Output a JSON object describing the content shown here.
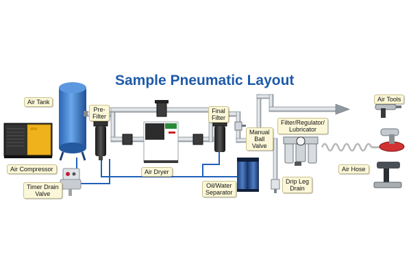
{
  "title": "Sample Pneumatic Layout",
  "labels": {
    "air_tank": "Air Tank",
    "pre_filter": [
      "Pre-",
      "Filter"
    ],
    "final_filter": [
      "Final",
      "Filter"
    ],
    "manual_ball_valve": [
      "Manual",
      "Ball",
      "Valve"
    ],
    "filter_regulator_lubricator": [
      "Filter/Regulator/",
      "Lubricator"
    ],
    "air_tools": "Air Tools",
    "air_compressor": "Air Compressor",
    "air_dryer": "Air Dryer",
    "air_hose": "Air Hose",
    "timer_drain_valve": [
      "Timer Drain",
      "Valve"
    ],
    "oil_water_separator": [
      "Oil/Water",
      "Separator"
    ],
    "drip_leg_drain": [
      "Drip Leg",
      "Drain"
    ]
  },
  "colors": {
    "title": "#1e5aa8",
    "pipe": "#9aa3ab",
    "drain_line": "#1f5fb8",
    "tank": "#3d7fd0",
    "compressor": "#f0b21c",
    "dryer": "#ffffff",
    "dryer_accent": "#2a8a3a",
    "hose": "#d8d8d8",
    "label_bg": "#fbf7d8"
  },
  "icons": [
    "air-compressor-icon",
    "air-tank-icon",
    "timer-drain-valve-icon",
    "pre-filter-icon",
    "air-dryer-icon",
    "final-filter-icon",
    "oil-water-separator-icon",
    "manual-ball-valve-icon",
    "drip-leg-drain-icon",
    "frl-unit-icon",
    "air-hose-icon",
    "air-tool-icon"
  ]
}
